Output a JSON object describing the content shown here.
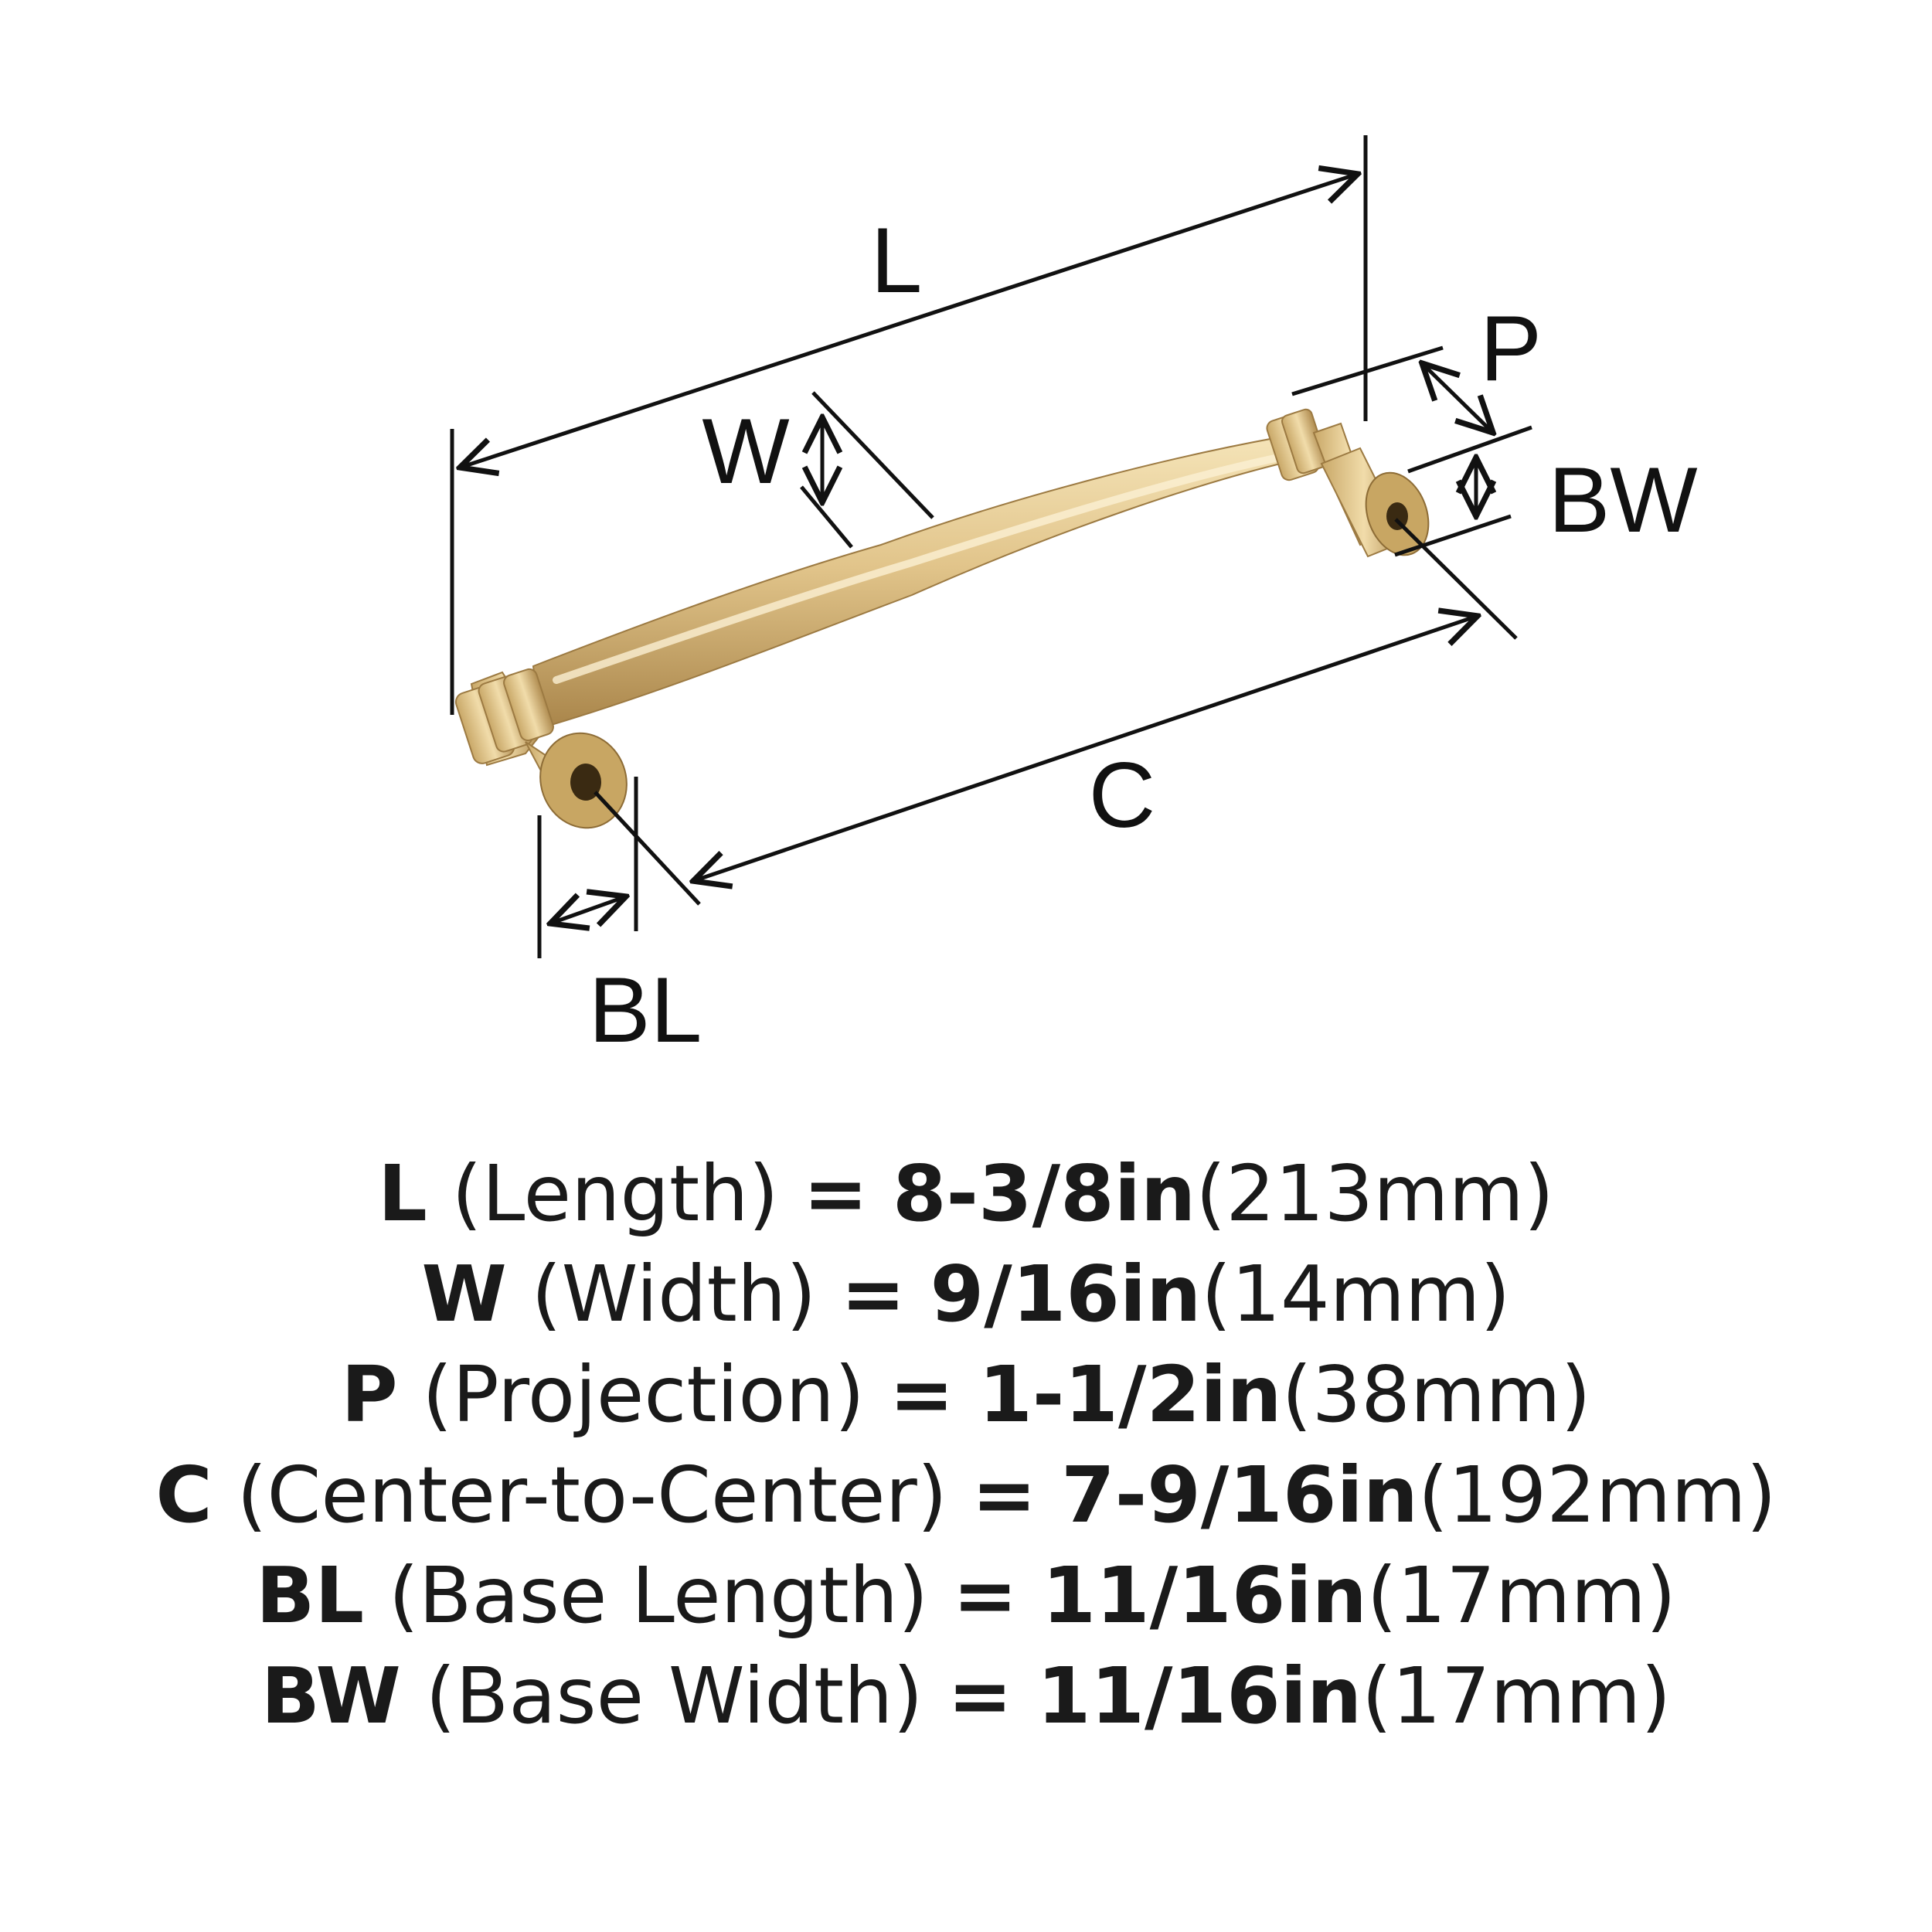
{
  "colors": {
    "finish_light": "#f2deae",
    "finish_mid": "#d8b979",
    "finish_dark": "#a9854a",
    "line": "#111111",
    "text": "#1a1a1a"
  },
  "diagram": {
    "labels": {
      "L": "L",
      "W": "W",
      "P": "P",
      "BW": "BW",
      "C": "C",
      "BL": "BL"
    }
  },
  "specs": [
    {
      "letter": "L",
      "name": "(Length)",
      "eq": "=",
      "imperial": "8-3/8in",
      "metric": "(213mm)"
    },
    {
      "letter": "W",
      "name": "(Width)",
      "eq": "=",
      "imperial": "9/16in",
      "metric": "(14mm)"
    },
    {
      "letter": "P",
      "name": "(Projection)",
      "eq": "=",
      "imperial": "1-1/2in",
      "metric": "(38mm)"
    },
    {
      "letter": "C",
      "name": "(Center-to-Center)",
      "eq": "=",
      "imperial": "7-9/16in",
      "metric": "(192mm)"
    },
    {
      "letter": "BL",
      "name": "(Base Length)",
      "eq": "=",
      "imperial": "11/16in",
      "metric": "(17mm)"
    },
    {
      "letter": "BW",
      "name": "(Base Width)",
      "eq": "=",
      "imperial": "11/16in",
      "metric": "(17mm)"
    }
  ]
}
